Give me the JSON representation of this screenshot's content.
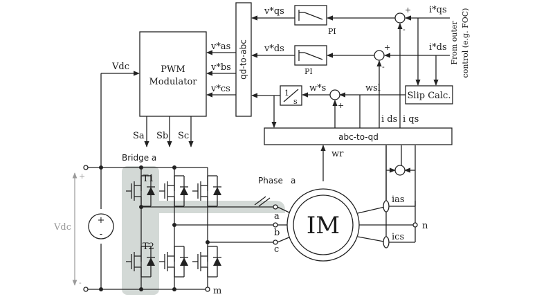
{
  "blocks": {
    "pwm": {
      "line1": "PWM",
      "line2": "Modulator"
    },
    "qd_to_abc": "qd-to-abc",
    "abc_to_qd": "abc-to-qd",
    "slip_calc": "Slip Calc.",
    "pi": "PI",
    "integrator_num": "1",
    "integrator_den": "s",
    "motor": "IM"
  },
  "signals": {
    "v_qs": "v*qs",
    "v_ds": "v*ds",
    "v_as": "v*as",
    "v_bs": "v*bs",
    "v_cs": "v*cs",
    "v_dc": "Vdc",
    "i_qs_ref": "i*qs",
    "i_ds_ref": "i*ds",
    "i_ds": "i ds",
    "i_qs": "i qs",
    "w_s": "w*s",
    "w_sl": "wsl",
    "w_r": "wr",
    "s_a": "Sa",
    "s_b": "Sb",
    "s_c": "Sc",
    "i_as": "ias",
    "i_cs": "ics"
  },
  "labels": {
    "bridge": "Bridge a",
    "phase": "Phase",
    "phase_letter": "a",
    "t1": "T1",
    "t2": "T2",
    "outer_control_line1": "From outer",
    "outer_control_line2": "control (e.g. FOC)",
    "node_a": "a",
    "node_b": "b",
    "node_c": "c",
    "node_n": "n",
    "node_m": "m",
    "vdc_side": "Vdc",
    "plus": "+",
    "minus": "-"
  }
}
